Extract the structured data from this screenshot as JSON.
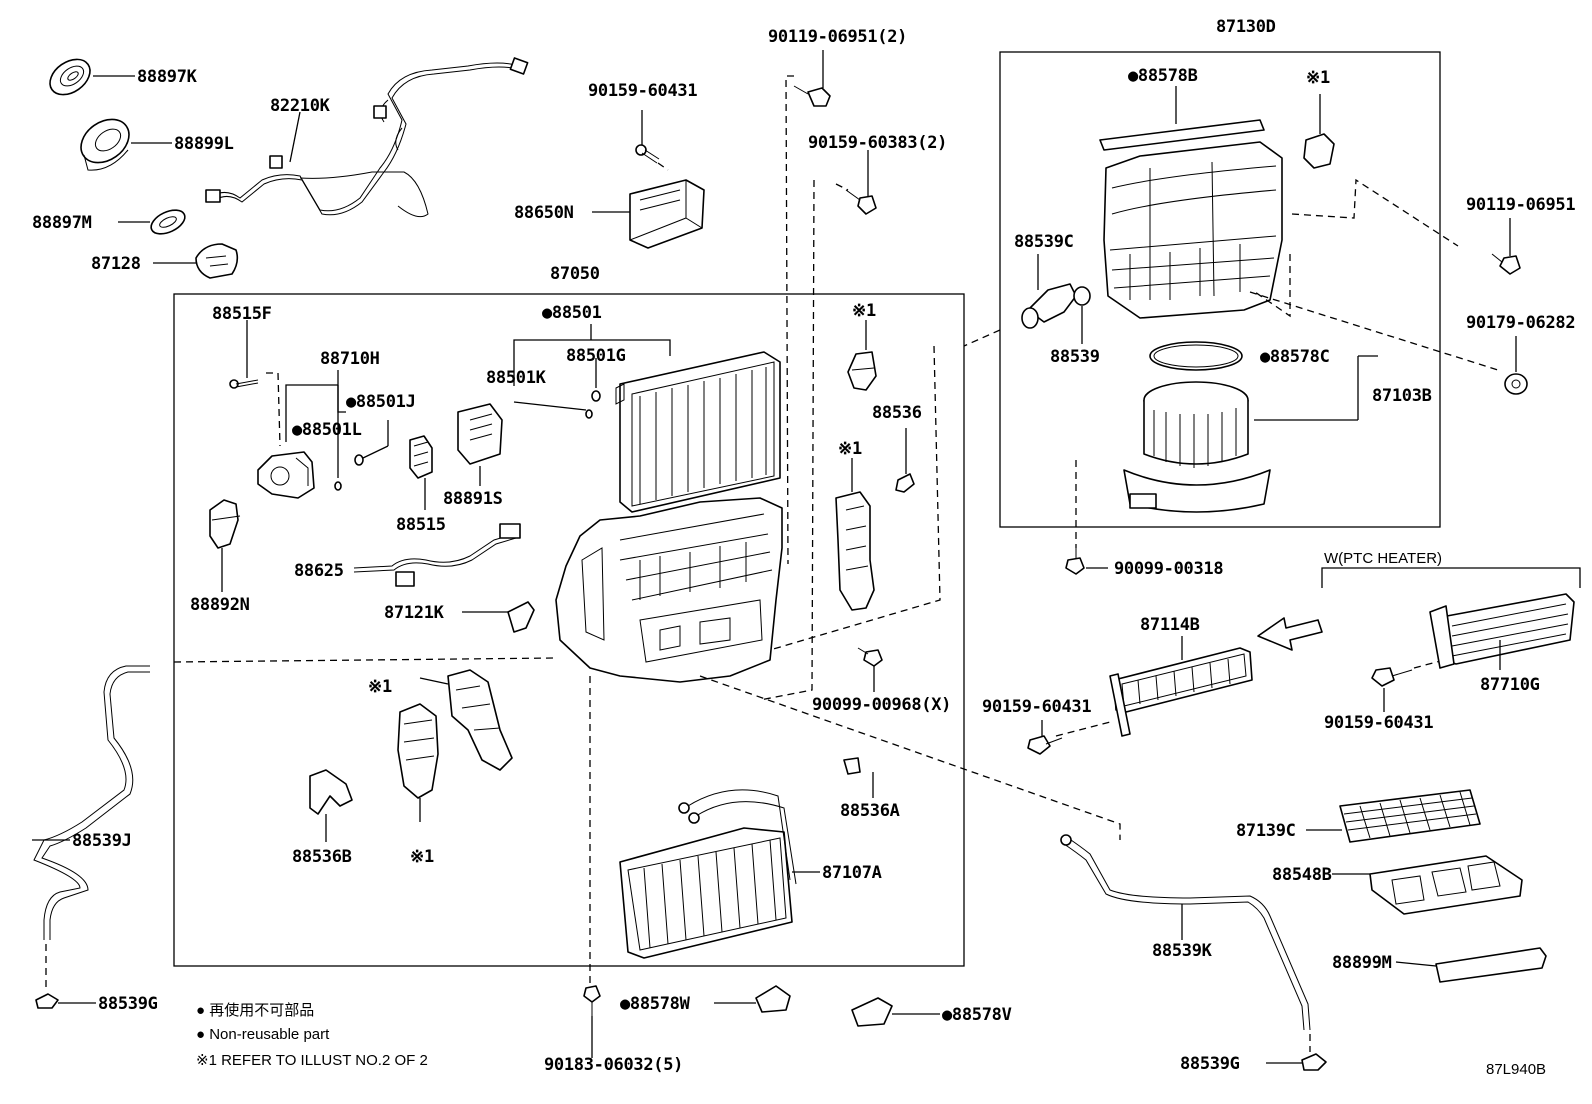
{
  "diagram": {
    "code": "87L940B",
    "variant_note": "W(PTC HEATER)",
    "legend": {
      "line1": "● 再使用不可部品",
      "line2": "● Non-reusable part",
      "line3": "※1 REFER TO ILLUST NO.2 OF 2"
    },
    "labels": {
      "p88897K": "88897K",
      "p88899L": "88899L",
      "p88897M": "88897M",
      "p87128": "87128",
      "p82210K": "82210K",
      "p90159_60431_top": "90159-60431",
      "p88650N": "88650N",
      "p90119_06951_2": "90119-06951(2)",
      "p90159_60383_2": "90159-60383(2)",
      "p87050": "87050",
      "p88501": "●88501",
      "p88515F": "88515F",
      "p88710H": "88710H",
      "p88501J": "●88501J",
      "p88501L": "●88501L",
      "p88501K": "88501K",
      "p88501G": "88501G",
      "p88891S": "88891S",
      "p88515": "88515",
      "p88892N": "88892N",
      "p88625": "88625",
      "p87121K": "87121K",
      "p88536": "88536",
      "ref1_a": "※1",
      "ref1_b": "※1",
      "ref1_c": "※1",
      "ref1_d": "※1",
      "ref1_e": "※1",
      "p90099_00968": "90099-00968(X)",
      "p88536A": "88536A",
      "p88536B": "88536B",
      "p87107A": "87107A",
      "p88539J": "88539J",
      "p88539G_left": "88539G",
      "p90183_06032": "90183-06032(5)",
      "p88578W": "●88578W",
      "p88578V": "●88578V",
      "p87130D": "87130D",
      "p88578B": "●88578B",
      "p88539C": "88539C",
      "p88539": "88539",
      "p88578C": "●88578C",
      "p87103B": "87103B",
      "p90119_06951": "90119-06951",
      "p90179_06282": "90179-06282",
      "p90099_00318": "90099-00318",
      "p87114B": "87114B",
      "p90159_60431_mid": "90159-60431",
      "p90159_60431_right": "90159-60431",
      "p87710G": "87710G",
      "p87139C": "87139C",
      "p88548B": "88548B",
      "p88899M": "88899M",
      "p88539K": "88539K",
      "p88539G_right": "88539G"
    }
  }
}
